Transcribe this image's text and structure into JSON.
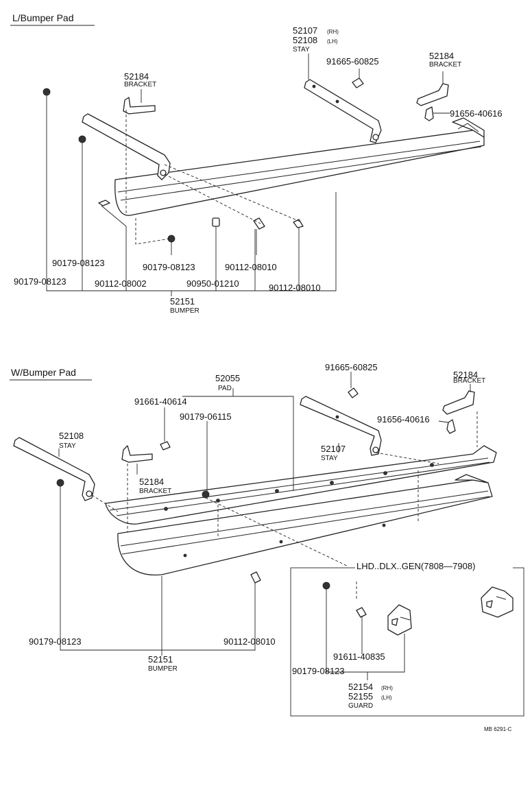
{
  "top": {
    "heading": "L/Bumper Pad",
    "labels": {
      "stay_rh": "52107",
      "stay_rh_tag": "(RH)",
      "stay_lh": "52108",
      "stay_lh_tag": "(LH)",
      "stay_name": "STAY",
      "bracket_left": "52184",
      "bracket_left_name": "BRACKET",
      "bracket_right": "52184",
      "bracket_right_name": "BRACKET",
      "bolt_a": "91665-60825",
      "bolt_b": "91656-40616",
      "nut_1": "90179-08123",
      "nut_2": "90179-08123",
      "nut_3": "90179-08123",
      "bolt_c": "90112-08010",
      "bolt_d": "90112-08002",
      "bolt_e": "90950-01210",
      "bolt_f": "90112-08010",
      "bumper": "52151",
      "bumper_name": "BUMPER"
    }
  },
  "bottom": {
    "heading": "W/Bumper Pad",
    "labels": {
      "pad": "52055",
      "pad_name": "PAD",
      "bolt_a": "91665-60825",
      "bracket_right": "52184",
      "bracket_right_name": "BRACKET",
      "bolt_b": "91661-40614",
      "nut_a": "90179-06115",
      "bolt_c": "91656-40616",
      "stay_lh": "52108",
      "stay_lh_name": "STAY",
      "stay_rh": "52107",
      "stay_rh_name": "STAY",
      "bracket_left": "52184",
      "bracket_left_name": "BRACKET",
      "nut_b": "90179-08123",
      "bolt_d": "90112-08010",
      "bumper": "52151",
      "bumper_name": "BUMPER"
    },
    "inset": {
      "title": "LHD..DLX..GEN(7808—7908)",
      "bolt": "91611-40835",
      "nut": "90179-08123",
      "guard_rh": "52154",
      "guard_rh_tag": "(RH)",
      "guard_lh": "52155",
      "guard_lh_tag": "(LH)",
      "guard_name": "GUARD"
    }
  },
  "figure_code": "MB 6291-C"
}
